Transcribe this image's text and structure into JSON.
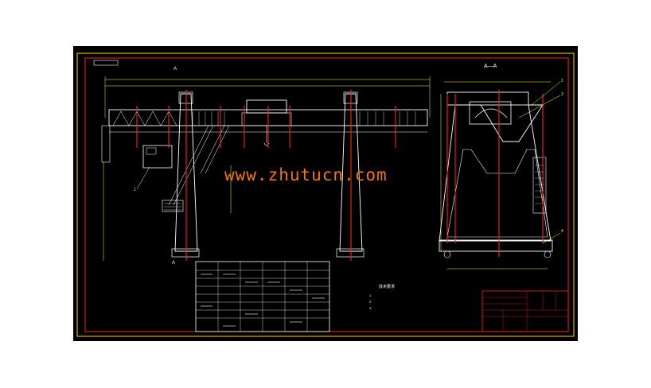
{
  "drawing": {
    "frame_tag": "",
    "view_marker_top": "A",
    "view_marker_bottom": "A",
    "section_title": "A—A",
    "watermark": "www.zhutucn.com",
    "callouts": [
      "1",
      "2",
      "3",
      "4"
    ],
    "tech_notes_title": "技术要求",
    "tech_notes": [
      "1.",
      "2.",
      "3."
    ],
    "title_block": {
      "drawing_name": "",
      "scale": "",
      "sheet": ""
    }
  },
  "colors": {
    "background": "#000000",
    "frame": "#ffd700",
    "outline": "#ffffff",
    "centerline": "#ff2020",
    "dimension": "#ffff00",
    "watermark": "#f07800"
  }
}
